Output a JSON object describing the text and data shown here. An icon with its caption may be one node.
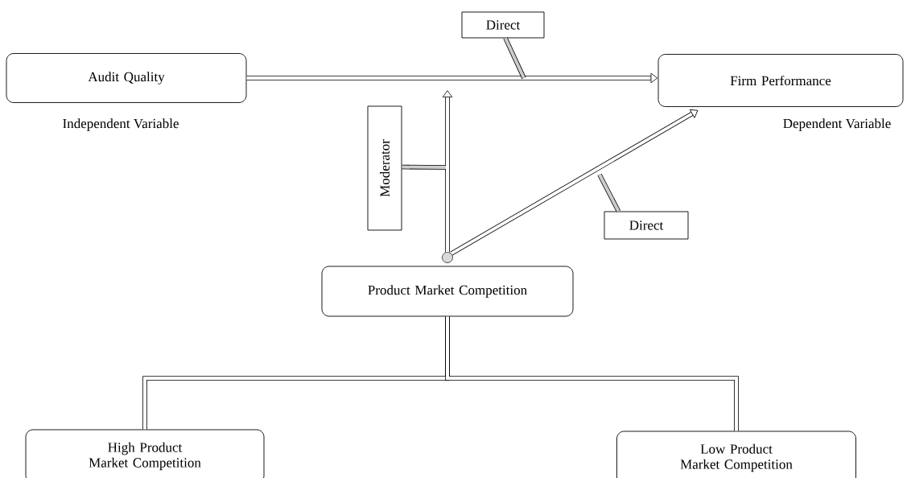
{
  "diagram": {
    "nodes": [
      {
        "text": [
          "Audit Quality"
        ],
        "beside": [
          "Independent Variable"
        ]
      },
      {
        "text": [
          "Firm Performance"
        ],
        "beside": [
          "Dependent Variable"
        ]
      },
      {
        "text": [
          "Product Market Competition"
        ]
      },
      {
        "text": [
          "High Product Market Competition"
        ]
      },
      {
        "text": [
          "Low Product Market Competition"
        ]
      },
      {
        "text": [
          "Direct"
        ]
      },
      {
        "text": [
          "Direct"
        ]
      },
      {
        "text": [
          "Moderator"
        ]
      },
      {
        "text": [],
        "shape": "circle"
      }
    ],
    "edges": [
      {
        "from": 0,
        "to": 1,
        "arrow": "to"
      },
      {
        "from": 8,
        "to": 1,
        "arrow": "to"
      },
      {
        "from": 8,
        "to": null,
        "arrow": "to"
      },
      {
        "from": 5,
        "to": null,
        "arrow": "none"
      },
      {
        "from": 6,
        "to": null,
        "arrow": "none"
      },
      {
        "from": 7,
        "to": null,
        "arrow": "none"
      },
      {
        "from": 2,
        "to": 3,
        "arrow": "none"
      },
      {
        "from": 2,
        "to": 4,
        "arrow": "none"
      }
    ]
  }
}
